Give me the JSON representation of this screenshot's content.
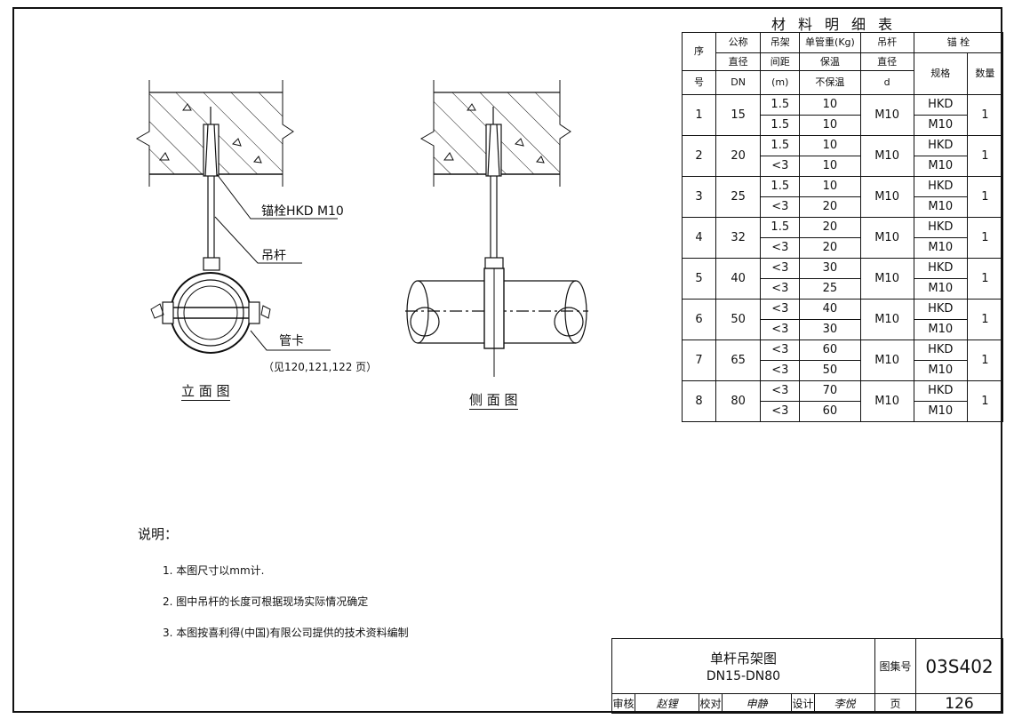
{
  "elevation": {
    "anchor_label": "锚栓HKD M10",
    "rod_label": "吊杆",
    "clamp_label": "管卡",
    "clamp_ref": "（见120,121,122 页）",
    "view_title": "立 面 图"
  },
  "side_view": {
    "view_title": "侧 面 图"
  },
  "materials": {
    "title": "材料明细表",
    "headers": {
      "seq_top": "序",
      "seq_bottom": "号",
      "dn_1": "公称",
      "dn_2": "直径",
      "dn_3": "DN",
      "span_1": "吊架",
      "span_2": "间距",
      "span_3": "(m)",
      "weight": "单管重(Kg)",
      "insulated": "保温",
      "uninsulated": "不保温",
      "rod_1": "吊杆",
      "rod_2": "直径",
      "rod_3": "d",
      "anchor": "锚  栓",
      "spec": "规格",
      "qty": "数量"
    },
    "rows": [
      {
        "seq": "1",
        "dn": "15",
        "span_a": "1.5",
        "span_b": "1.5",
        "w_a": "10",
        "w_b": "10",
        "rod": "M10",
        "spec_a": "HKD",
        "spec_b": "M10",
        "qty": "1"
      },
      {
        "seq": "2",
        "dn": "20",
        "span_a": "1.5",
        "span_b": "<3",
        "w_a": "10",
        "w_b": "10",
        "rod": "M10",
        "spec_a": "HKD",
        "spec_b": "M10",
        "qty": "1"
      },
      {
        "seq": "3",
        "dn": "25",
        "span_a": "1.5",
        "span_b": "<3",
        "w_a": "10",
        "w_b": "20",
        "rod": "M10",
        "spec_a": "HKD",
        "spec_b": "M10",
        "qty": "1"
      },
      {
        "seq": "4",
        "dn": "32",
        "span_a": "1.5",
        "span_b": "<3",
        "w_a": "20",
        "w_b": "20",
        "rod": "M10",
        "spec_a": "HKD",
        "spec_b": "M10",
        "qty": "1"
      },
      {
        "seq": "5",
        "dn": "40",
        "span_a": "<3",
        "span_b": "<3",
        "w_a": "30",
        "w_b": "25",
        "rod": "M10",
        "spec_a": "HKD",
        "spec_b": "M10",
        "qty": "1"
      },
      {
        "seq": "6",
        "dn": "50",
        "span_a": "<3",
        "span_b": "<3",
        "w_a": "40",
        "w_b": "30",
        "rod": "M10",
        "spec_a": "HKD",
        "spec_b": "M10",
        "qty": "1"
      },
      {
        "seq": "7",
        "dn": "65",
        "span_a": "<3",
        "span_b": "<3",
        "w_a": "60",
        "w_b": "50",
        "rod": "M10",
        "spec_a": "HKD",
        "spec_b": "M10",
        "qty": "1"
      },
      {
        "seq": "8",
        "dn": "80",
        "span_a": "<3",
        "span_b": "<3",
        "w_a": "70",
        "w_b": "60",
        "rod": "M10",
        "spec_a": "HKD",
        "spec_b": "M10",
        "qty": "1"
      }
    ]
  },
  "notes": {
    "title": "说明：",
    "items": [
      "1. 本图尺寸以mm计.",
      "2. 图中吊杆的长度可根据现场实际情况确定",
      "3. 本图按喜利得(中国)有限公司提供的技术资料编制"
    ]
  },
  "title_block": {
    "drawing_title": "单杆吊架图",
    "drawing_subtitle": "DN15-DN80",
    "atlas_label": "图集号",
    "atlas_no": "03S402",
    "page_label": "页",
    "page_no": "126",
    "review_label": "审核",
    "review_sig": "赵锂",
    "check_label": "校对",
    "check_sig": "申静",
    "design_label": "设计",
    "design_sig": "李悦"
  }
}
